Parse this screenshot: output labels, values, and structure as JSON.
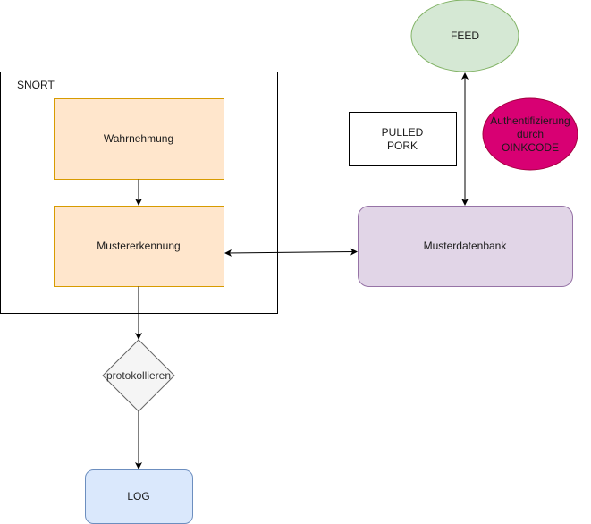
{
  "diagram": {
    "container": {
      "label": "SNORT"
    },
    "nodes": {
      "wahrnehmung": {
        "label": "Wahrnehmung",
        "fill": "#ffe6cc",
        "stroke": "#d79b00"
      },
      "mustererkennung": {
        "label": "Mustererkennung",
        "fill": "#ffe6cc",
        "stroke": "#d79b00"
      },
      "protokollieren": {
        "label": "protokollieren",
        "fill": "#f5f5f5",
        "stroke": "#666666"
      },
      "log": {
        "label": "LOG",
        "fill": "#dae8fc",
        "stroke": "#6c8ebf"
      },
      "musterdatenbank": {
        "label": "Musterdatenbank",
        "fill": "#e1d5e7",
        "stroke": "#9673a6"
      },
      "feed": {
        "label": "FEED",
        "fill": "#d5e8d4",
        "stroke": "#82b366"
      },
      "pulled_pork": {
        "line1": "PULLED",
        "line2": "PORK",
        "fill": "#ffffff",
        "stroke": "#000000"
      },
      "auth": {
        "line1": "Authentifizierung",
        "line2": "durch",
        "line3": "OINKCODE",
        "fill": "#d80073",
        "stroke": "#a50040"
      }
    },
    "edges": [
      {
        "from": "Wahrnehmung",
        "to": "Mustererkennung",
        "type": "directed"
      },
      {
        "from": "Mustererkennung",
        "to": "Musterdatenbank",
        "type": "bidirectional"
      },
      {
        "from": "Musterdatenbank",
        "to": "FEED",
        "type": "bidirectional"
      },
      {
        "from": "Mustererkennung",
        "to": "protokollieren",
        "type": "directed"
      },
      {
        "from": "protokollieren",
        "to": "LOG",
        "type": "directed"
      }
    ]
  }
}
